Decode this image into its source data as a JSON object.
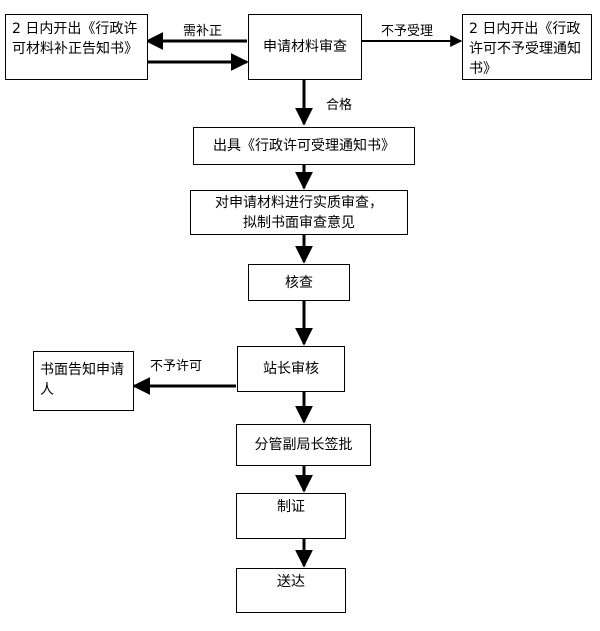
{
  "nodes": {
    "notice_supplement": "2 日内开出《行政许可材料补正告知书》",
    "application_review": "申请材料审查",
    "notice_reject": "2 日内开出《行政许可不予受理通知书》",
    "acceptance_notice": "出具《行政许可受理通知书》",
    "substantive_review_line1": "对申请材料进行实质审查，",
    "substantive_review_line2": "拟制书面审查意见",
    "verification": "核查",
    "station_chief_review": "站长审核",
    "written_notice_applicant": "书面告知申请人",
    "deputy_director_approval": "分管副局长签批",
    "issue_certificate": "制证",
    "delivery": "送达"
  },
  "edges": {
    "needs_supplement": "需补正",
    "not_accepted": "不予受理",
    "qualified": "合格",
    "not_permitted": "不予许可"
  }
}
